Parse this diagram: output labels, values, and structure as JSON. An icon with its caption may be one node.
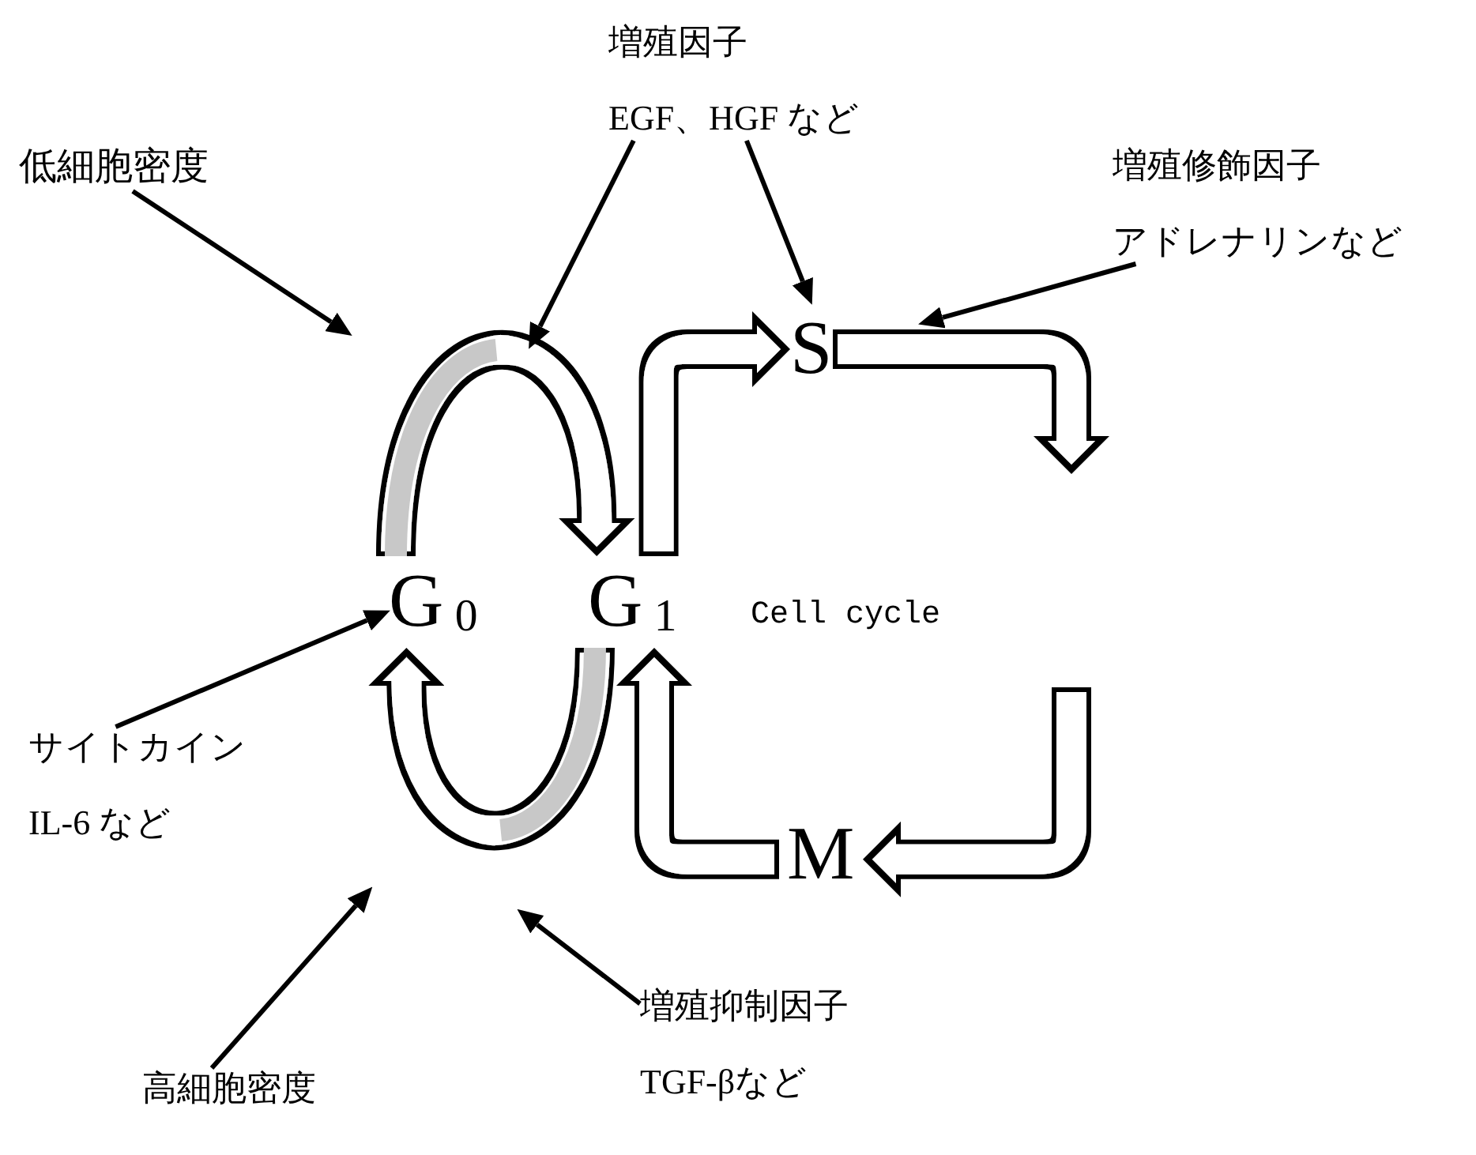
{
  "diagram": {
    "nodes": [
      {
        "text": [
          "低細胞密度"
        ]
      },
      {
        "text": [
          "増殖因子",
          "EGF、HGF など"
        ]
      },
      {
        "text": [
          "増殖修飾因子",
          "アドレナリンなど"
        ]
      },
      {
        "text": [
          "S"
        ]
      },
      {
        "text": [
          "G$_{0}$"
        ]
      },
      {
        "text": [
          "G$_{1}$"
        ]
      },
      {
        "text": [
          "サイトカイン",
          "IL-6 など"
        ]
      },
      {
        "text": [
          "M"
        ]
      },
      {
        "text": [
          "高細胞密度"
        ]
      },
      {
        "text": [
          "増殖抑制因子",
          "TGF-βなど"
        ]
      }
    ],
    "edges": [
      {
        "from": 4,
        "to": 5,
        "arrow": "to",
        "style": "thick"
      },
      {
        "from": 5,
        "to": 3,
        "arrow": "to",
        "style": "thick"
      },
      {
        "from": 3,
        "to": null,
        "arrow": "to",
        "style": "thick"
      },
      {
        "from": null,
        "to": 7,
        "arrow": "to",
        "style": "thick"
      },
      {
        "from": 7,
        "to": 5,
        "arrow": "to",
        "style": "thick"
      },
      {
        "from": 5,
        "to": 4,
        "arrow": "to",
        "style": "thick"
      },
      {
        "from": 0,
        "to": 4,
        "arrow": "to"
      },
      {
        "from": 1,
        "to": 4,
        "arrow": "to"
      },
      {
        "from": 1,
        "to": 3,
        "arrow": "to"
      },
      {
        "from": 2,
        "to": null,
        "arrow": "to"
      },
      {
        "from": 6,
        "to": 4,
        "arrow": "to"
      },
      {
        "from": 8,
        "to": null,
        "arrow": "to"
      },
      {
        "from": 9,
        "to": null,
        "arrow": "to"
      }
    ],
    "labels": [
      "Cell cycle"
    ]
  }
}
